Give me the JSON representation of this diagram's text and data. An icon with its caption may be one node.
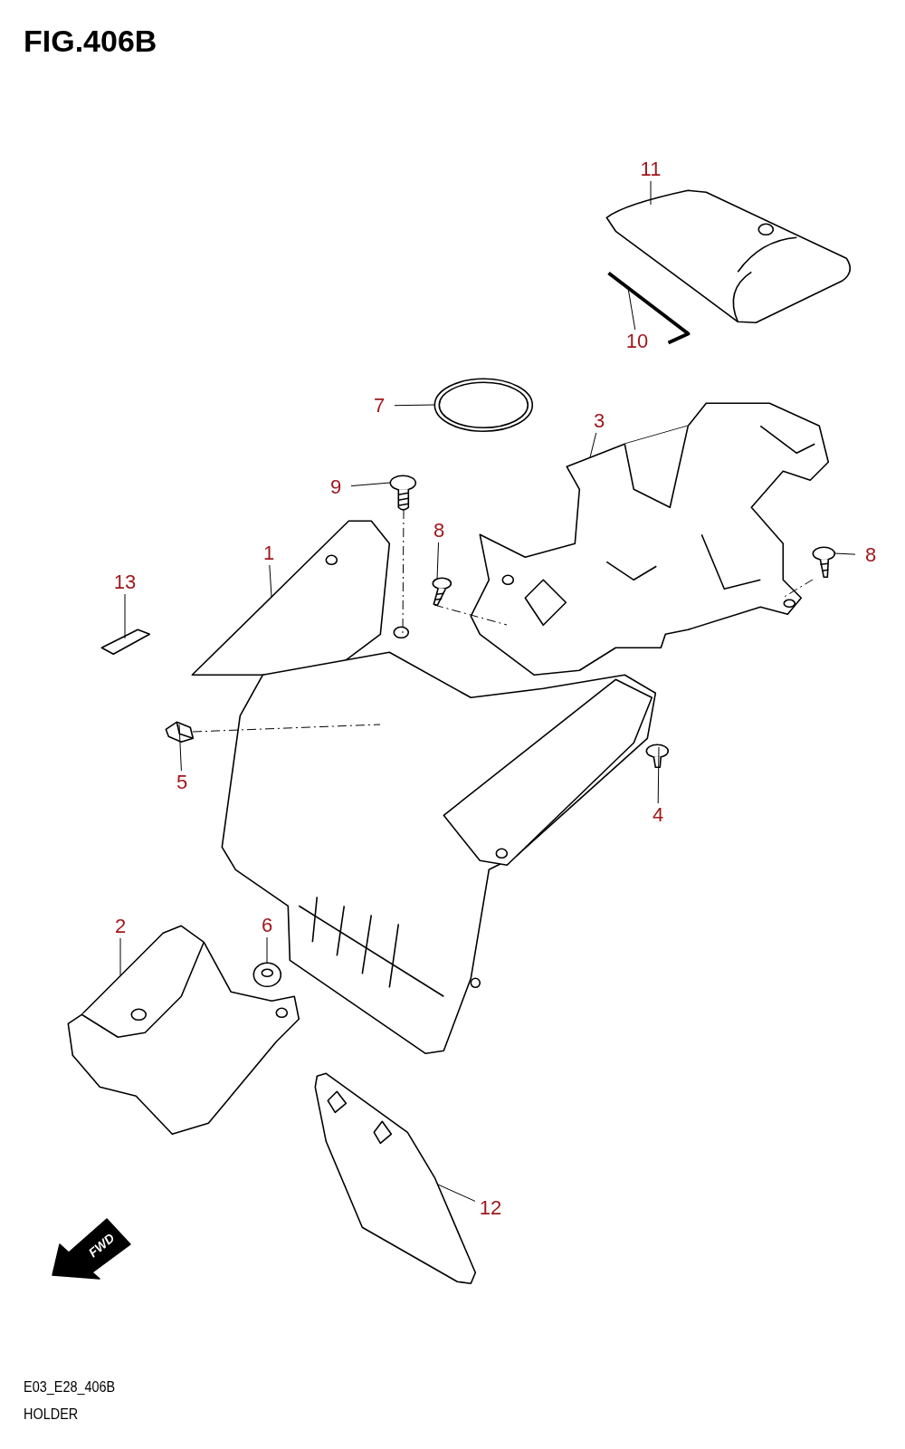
{
  "diagram": {
    "title": "FIG.406B",
    "nodes": [
      {
        "text": [
          "11"
        ]
      },
      {
        "text": [
          "10"
        ]
      },
      {
        "text": [
          "7"
        ]
      },
      {
        "text": [
          "3"
        ]
      },
      {
        "text": [
          "9"
        ]
      },
      {
        "text": [
          "8"
        ]
      },
      {
        "text": [
          "8"
        ]
      },
      {
        "text": [
          "1"
        ]
      },
      {
        "text": [
          "13"
        ]
      },
      {
        "text": [
          "5"
        ]
      },
      {
        "text": [
          "4"
        ]
      },
      {
        "text": [
          "2"
        ]
      },
      {
        "text": [
          "6"
        ]
      },
      {
        "text": [
          "12"
        ]
      },
      {
        "text": [],
        "shape": "picture"
      },
      {
        "text": [],
        "shape": "picture"
      },
      {
        "text": [],
        "shape": "picture"
      },
      {
        "text": [],
        "shape": "picture"
      },
      {
        "text": [],
        "shape": "picture"
      },
      {
        "text": [],
        "shape": "picture"
      },
      {
        "text": [],
        "shape": "picture"
      },
      {
        "text": [],
        "shape": "picture"
      },
      {
        "text": [],
        "shape": "picture"
      },
      {
        "text": [],
        "shape": "picture"
      },
      {
        "text": [],
        "shape": "picture"
      },
      {
        "text": [],
        "shape": "picture"
      },
      {
        "text": [],
        "shape": "picture"
      },
      {
        "text": [],
        "shape": "picture"
      }
    ],
    "edges": [
      {
        "from": 0,
        "to": 14,
        "arrow": "none"
      },
      {
        "from": 1,
        "to": 15,
        "arrow": "none"
      },
      {
        "from": 2,
        "to": 16,
        "arrow": "none"
      },
      {
        "from": 3,
        "to": 17,
        "arrow": "none"
      },
      {
        "from": 4,
        "to": 18,
        "arrow": "none"
      },
      {
        "from": 5,
        "to": 19,
        "arrow": "none"
      },
      {
        "from": 6,
        "to": 20,
        "arrow": "none"
      },
      {
        "from": 7,
        "to": 21,
        "arrow": "none"
      },
      {
        "from": 8,
        "to": 22,
        "arrow": "none"
      },
      {
        "from": 9,
        "to": 23,
        "arrow": "none"
      },
      {
        "from": 10,
        "to": 24,
        "arrow": "none"
      },
      {
        "from": 11,
        "to": 25,
        "arrow": "none"
      },
      {
        "from": 12,
        "to": 26,
        "arrow": "none"
      },
      {
        "from": 13,
        "to": 27,
        "arrow": "none"
      },
      {
        "from": 18,
        "to": 21,
        "arrow": "none",
        "style": "dashed"
      },
      {
        "from": 19,
        "to": 17,
        "arrow": "none",
        "style": "dashed"
      },
      {
        "from": 20,
        "to": 17,
        "arrow": "none",
        "style": "dashed"
      },
      {
        "from": 23,
        "to": 21,
        "arrow": "none",
        "style": "dashed"
      }
    ],
    "labels": [
      "FWD",
      "E03_E28_406B",
      "HOLDER"
    ]
  }
}
